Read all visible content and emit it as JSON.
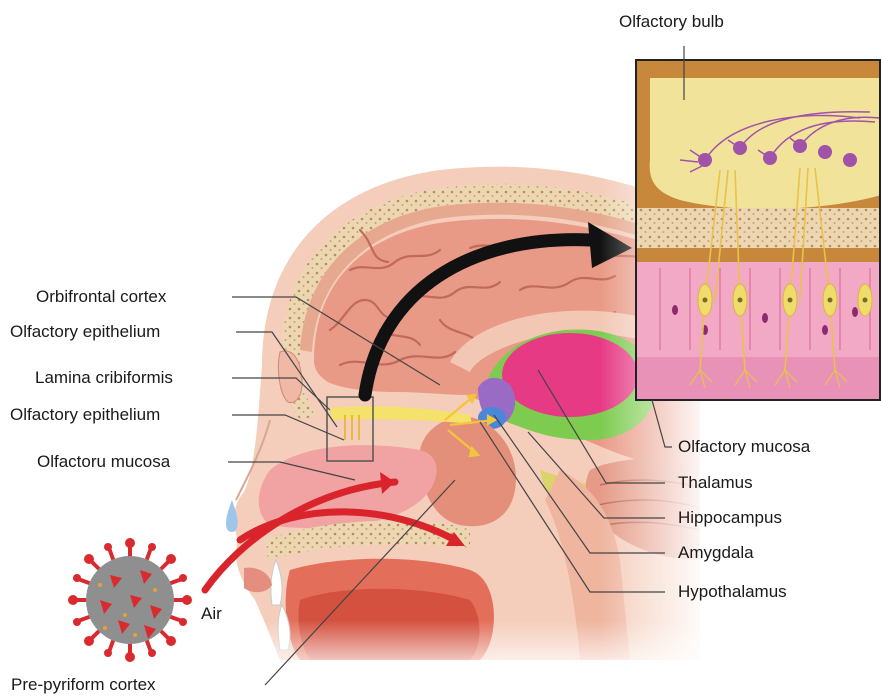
{
  "labels": {
    "olfactory_bulb": "Olfactory bulb",
    "orbifrontal_cortex": "Orbifrontal cortex",
    "olfactory_epithelium_1": "Olfactory epithelium",
    "lamina_cribiformis": "Lamina cribiformis",
    "olfactory_epithelium_2": "Olfactory epithelium",
    "olfactoru_mucosa": "Olfactoru mucosa",
    "air": "Air",
    "pre_pyriform_cortex": "Pre-pyriform cortex",
    "olfactory_mucosa": "Olfactory mucosa",
    "thalamus": "Thalamus",
    "hippocampus": "Hippocampus",
    "amygdala": "Amygdala",
    "hypothalamus": "Hypothalamus"
  },
  "colors": {
    "skull_bone": "#e9d2aa",
    "scalp": "#f3c9b7",
    "brain": "#e89a86",
    "brain_fold": "#c66c5c",
    "nasal_tissue": "#f1a6a6",
    "airflow_arrow": "#d9242b",
    "black_arrow": "#111111",
    "thalamus": "#e93b86",
    "limbic_green": "#7dcb4f",
    "olfactory_yellow": "#f5e36b",
    "neuron_purple": "#9b4ea0",
    "virus_gray": "#8f8f8f",
    "virus_spike": "#d92b2f"
  }
}
